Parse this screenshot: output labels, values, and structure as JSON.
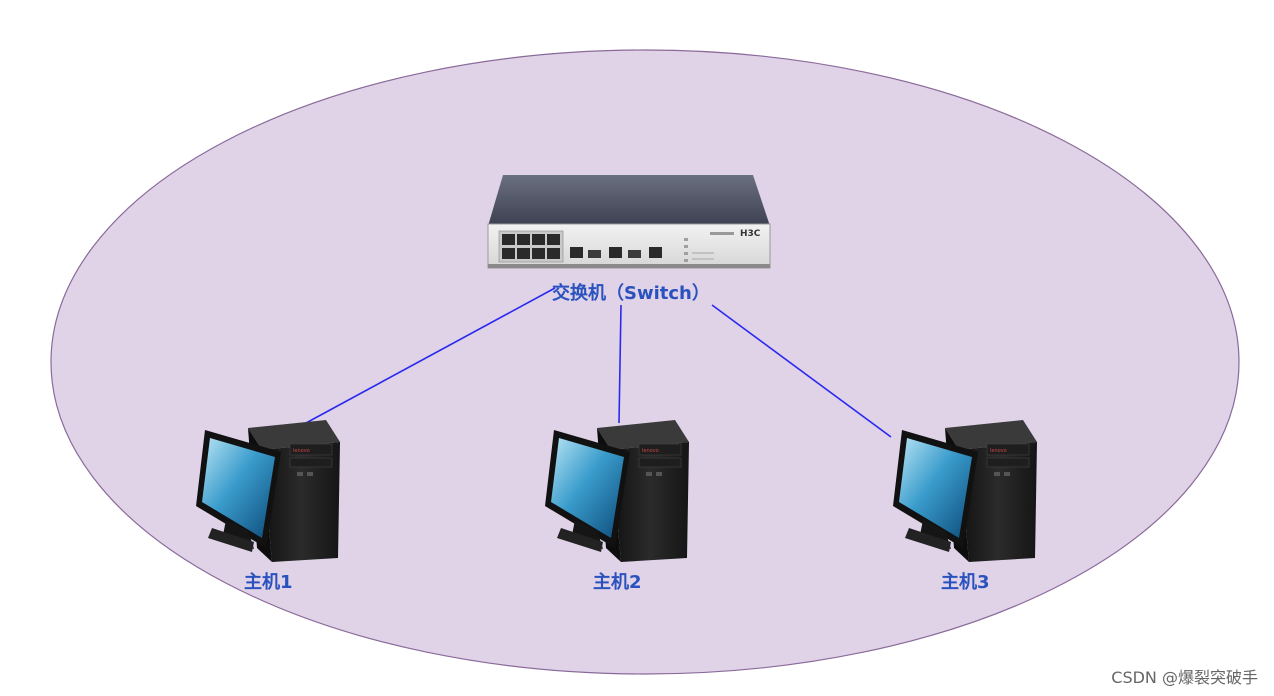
{
  "network": {
    "switch_label": "交换机（Switch）",
    "switch_brand": "H3C",
    "hosts": [
      {
        "label": "主机1",
        "brand": "lenovo"
      },
      {
        "label": "主机2",
        "brand": "lenovo"
      },
      {
        "label": "主机3",
        "brand": "lenovo"
      }
    ],
    "link_color": "#2a2aee",
    "label_color": "#2a52be",
    "region_fill": "#e0d3e8",
    "region_stroke": "#8a6a9a"
  },
  "watermark": "CSDN @爆裂突破手"
}
